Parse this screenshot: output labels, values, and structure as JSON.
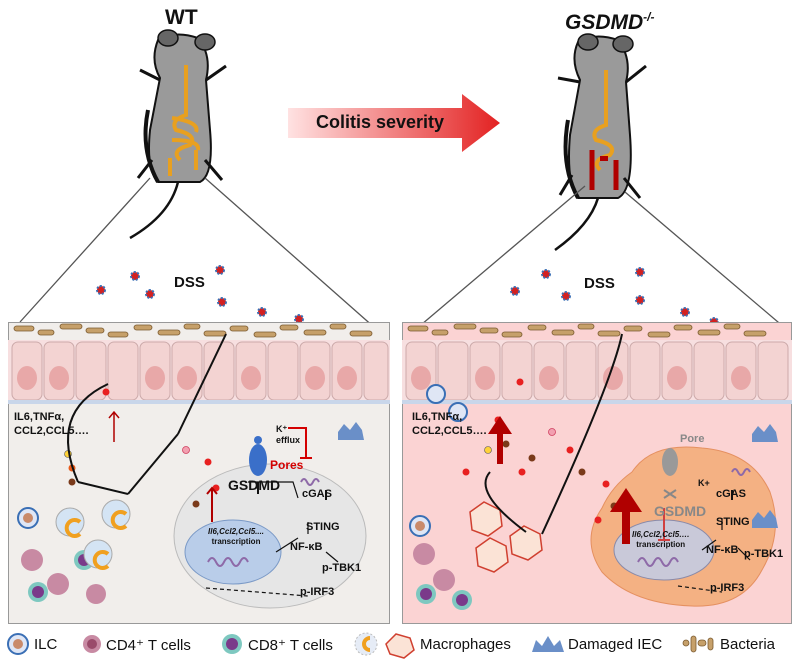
{
  "wt_title": "WT",
  "ko_title_main": "GSDMD",
  "ko_title_sup": "-/-",
  "arrow_label": "Colitis severity",
  "dss_label": "DSS",
  "wt_panel": {
    "cytokines": [
      "IL6,TNFα,",
      "CCL2,CCL5…."
    ],
    "k_efflux": [
      "K⁺",
      "efflux"
    ],
    "pores": "Pores",
    "gsdmd": "GSDMD",
    "cgas": "cGAS",
    "sting": "STING",
    "nfkb": "NF-κB",
    "ptbk1": "p-TBK1",
    "pirf3": "p-IRF3",
    "transcription": [
      "Il6,Ccl2,Ccl5....",
      "transcription"
    ]
  },
  "ko_panel": {
    "cytokines": [
      "IL6,TNFα,",
      "CCL2,CCL5…."
    ],
    "pore": "Pore",
    "kplus": "K+",
    "gsdmd": "GSDMD",
    "cgas": "cGAS",
    "sting": "STING",
    "nfkb": "NF-κB",
    "ptbk1": "p-TBK1",
    "pirf3": "p-IRF3",
    "transcription": [
      "Il6,Ccl2,Ccl5….",
      "transcription"
    ]
  },
  "legend": {
    "ilc": "ILC",
    "cd4": "CD4⁺ T cells",
    "cd8": "CD8⁺ T cells",
    "macrophages": "Macrophages",
    "damaged_iec": "Damaged IEC",
    "bacteria": "Bacteria"
  },
  "colors": {
    "ko_background": "#fbd3d3",
    "macrophage_orange": "#f4b183",
    "gut_orange": "#e8a020",
    "mouse_gray": "#9a9a9a",
    "arrow_red": "#e32222",
    "dark_red": "#b00000",
    "pores_red": "#d40000"
  }
}
